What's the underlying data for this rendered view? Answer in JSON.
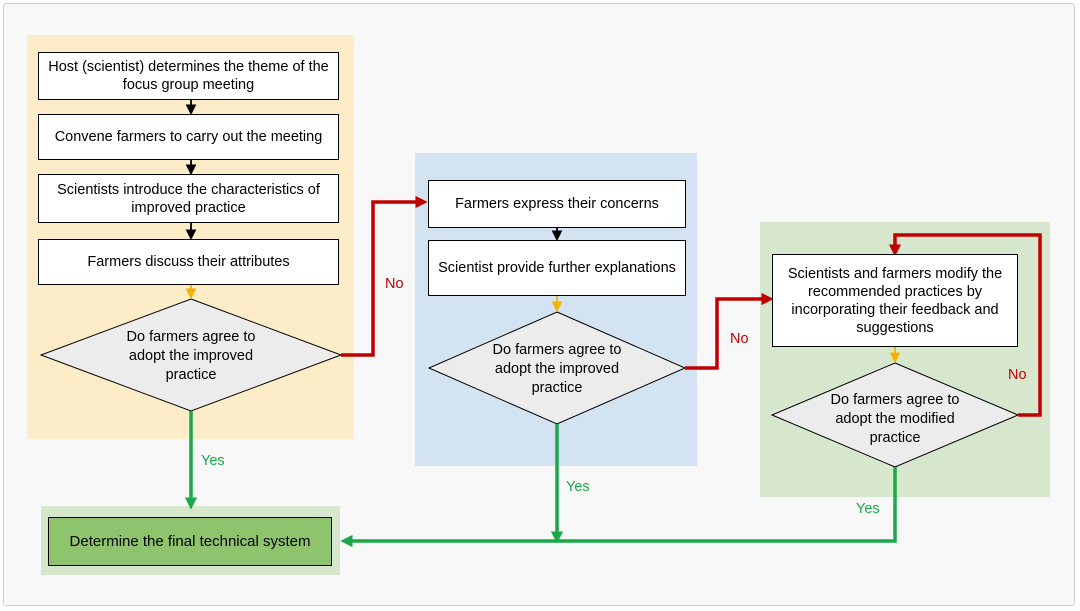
{
  "left_panel": {
    "steps": [
      "Host (scientist) determines the theme of the focus group meeting",
      "Convene farmers to carry out the meeting",
      "Scientists introduce the characteristics of improved practice",
      "Farmers discuss their attributes"
    ],
    "decision": "Do farmers agree to adopt the improved practice"
  },
  "middle_panel": {
    "steps": [
      "Farmers express their concerns",
      "Scientist provide further explanations"
    ],
    "decision": "Do farmers agree to adopt the improved practice"
  },
  "right_panel": {
    "step": "Scientists and farmers modify the recommended practices by incorporating their feedback and suggestions",
    "decision": "Do farmers agree to adopt the modified practice"
  },
  "final_box": "Determine the final technical system",
  "labels": {
    "no": "No",
    "yes": "Yes"
  },
  "colors": {
    "panel_yellow": "#fcecc7",
    "panel_blue": "#d4e3f1",
    "panel_green": "#d6e7cd",
    "final_box_fill": "#8fc46f",
    "no_arrow": "#c00000",
    "yes_arrow": "#1aa84a",
    "small_arrow_yellow": "#f5b400"
  }
}
